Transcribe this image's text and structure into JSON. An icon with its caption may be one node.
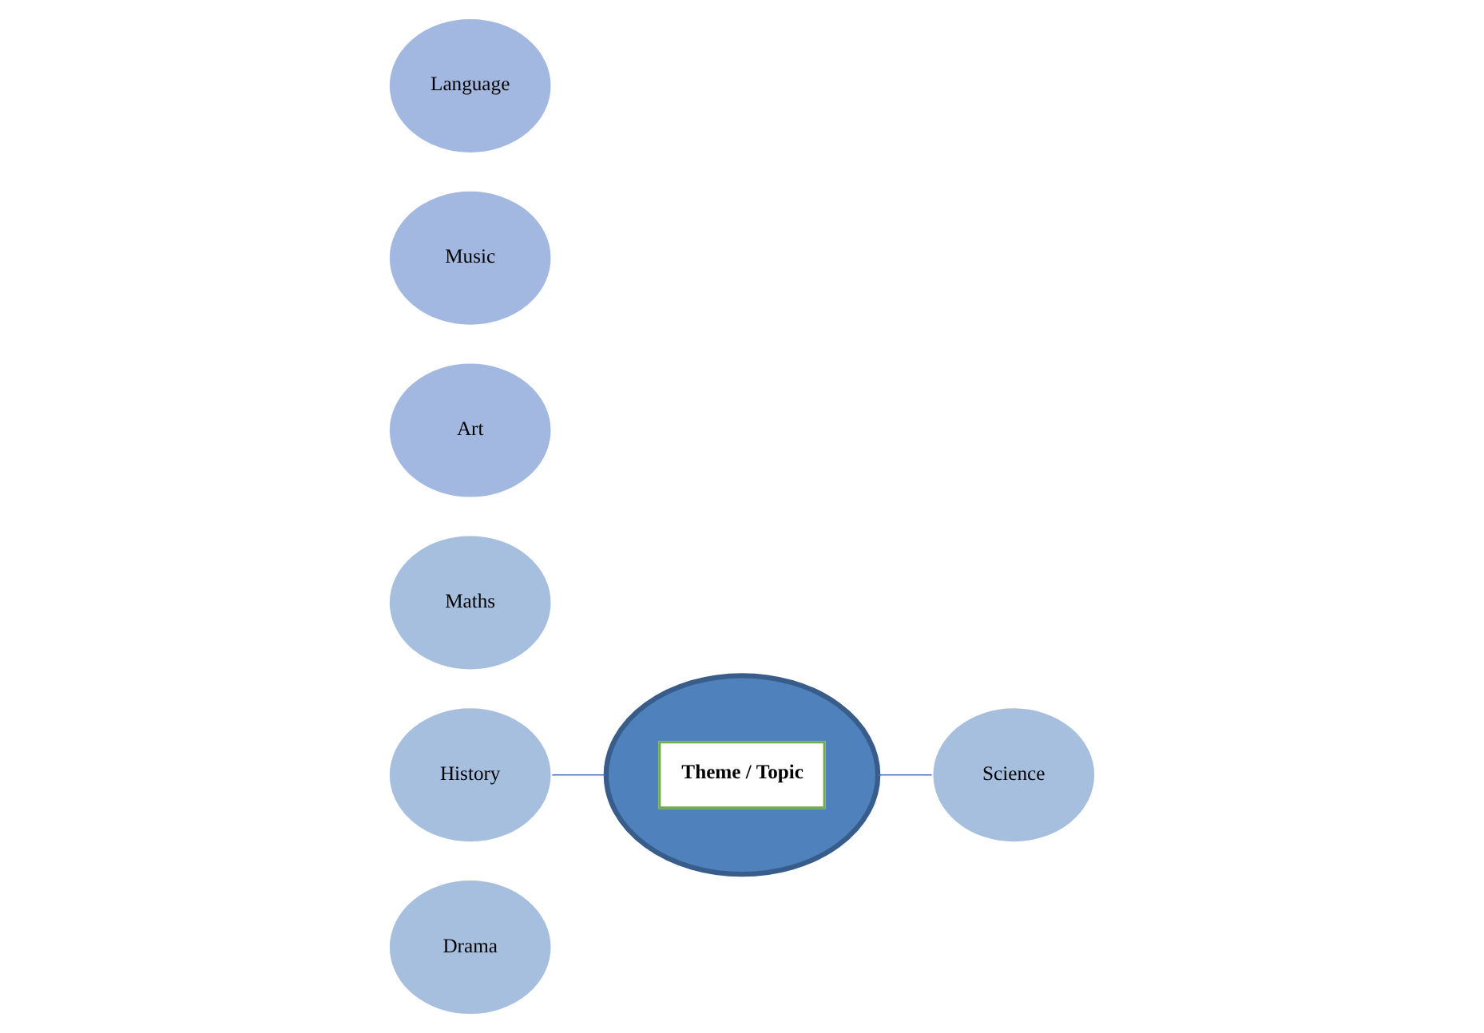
{
  "diagram": {
    "nodes": [
      {
        "text": [
          "Drama"
        ]
      },
      {
        "text": [
          "History"
        ]
      },
      {
        "text": [
          "Theme / Topic"
        ]
      },
      {
        "text": [
          "Science"
        ]
      },
      {
        "text": [
          "Maths"
        ]
      },
      {
        "text": [
          "Art"
        ]
      },
      {
        "text": [
          "Music"
        ]
      },
      {
        "text": [
          "Language"
        ]
      }
    ],
    "edges": [
      {
        "from": 1,
        "to": 2,
        "arrow": "none"
      },
      {
        "from": 2,
        "to": 3,
        "arrow": "none"
      }
    ]
  }
}
